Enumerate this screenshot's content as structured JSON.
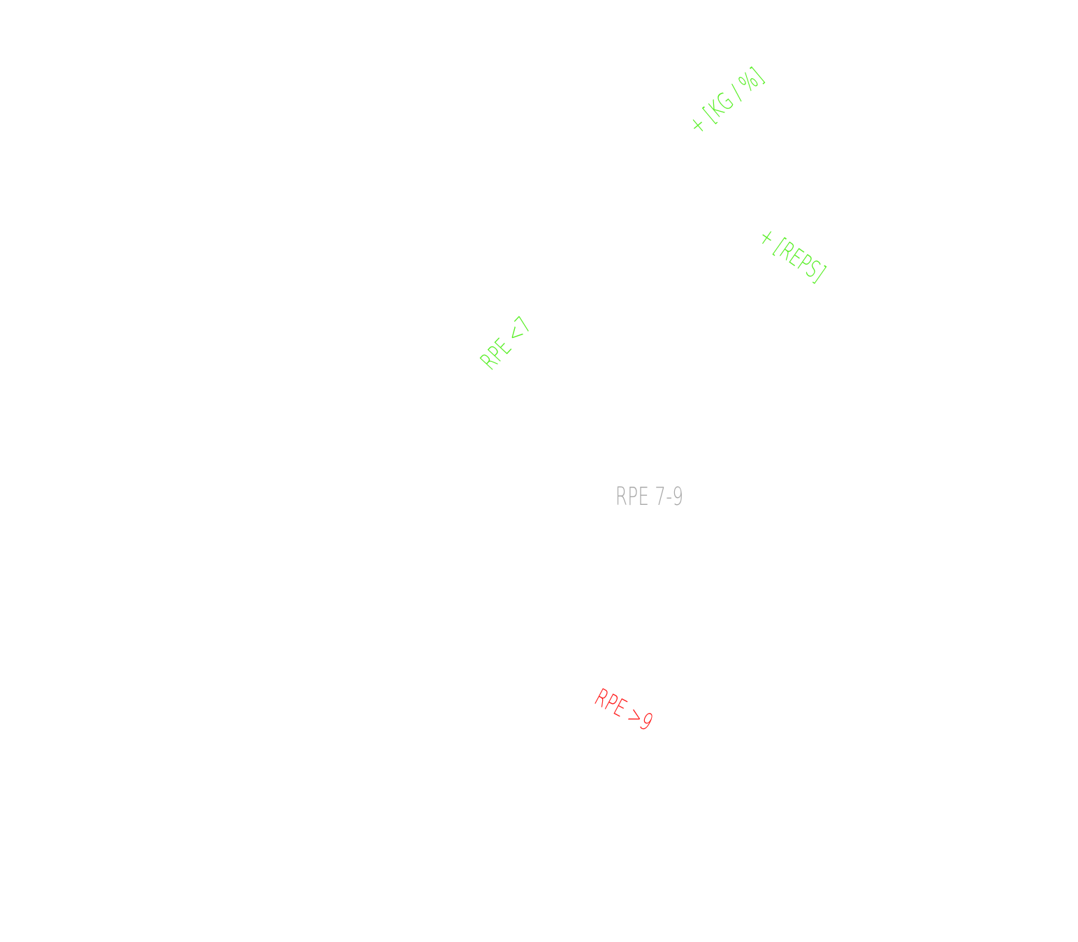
{
  "labels": {
    "kg_percent": "+ [KG / %]",
    "reps": "+ [REPS]",
    "rpe_low": "RPE <7",
    "rpe_mid": "RPE 7-9",
    "rpe_high": "RPE >9"
  },
  "colors": {
    "background": "#ffffff",
    "green": "#55ee22",
    "gray": "#a7a7a7",
    "red": "#ff1a1a"
  }
}
